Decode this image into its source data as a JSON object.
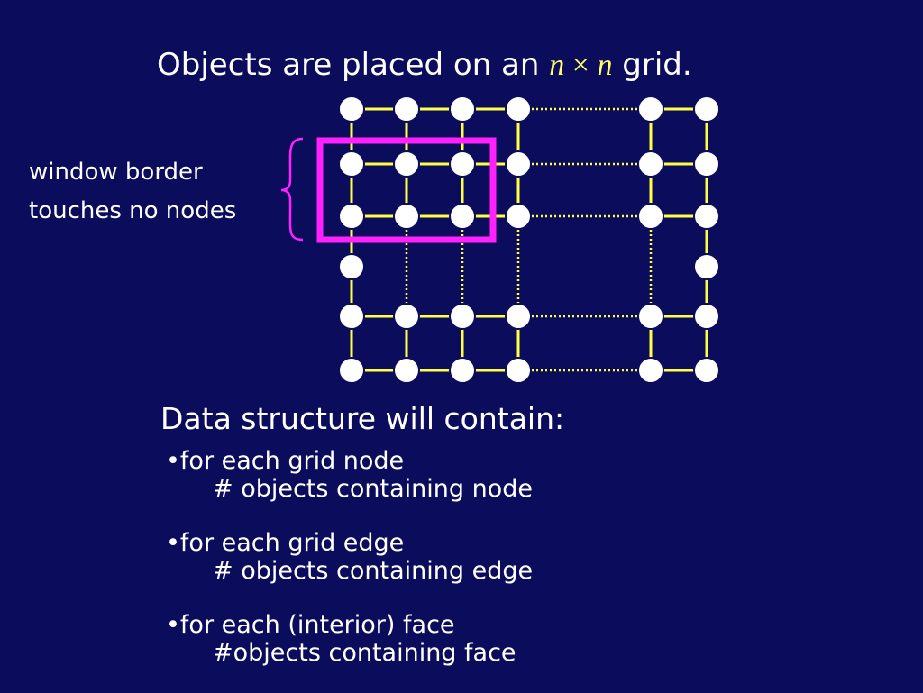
{
  "title": {
    "prefix": "Objects are placed on an",
    "math_n1": "n",
    "math_times": "×",
    "math_n2": "n",
    "suffix": "grid."
  },
  "annotation": {
    "line1": "window border",
    "line2": "touches no nodes"
  },
  "data_structure": {
    "heading": "Data structure will contain:",
    "items": [
      {
        "label": "•for each grid node",
        "detail": "# objects containing node"
      },
      {
        "label": "•for each grid edge",
        "detail": "# objects containing edge"
      },
      {
        "label": "•for each (interior) face",
        "detail": "#objects containing face"
      }
    ]
  },
  "colors": {
    "background": "#0c0c5c",
    "text": "#ffffff",
    "grid_edge": "#ffff44",
    "node_fill": "#ffffff",
    "node_stroke": "#0c0c5c",
    "window": "#ff22ff",
    "brace": "#ff22ff"
  }
}
